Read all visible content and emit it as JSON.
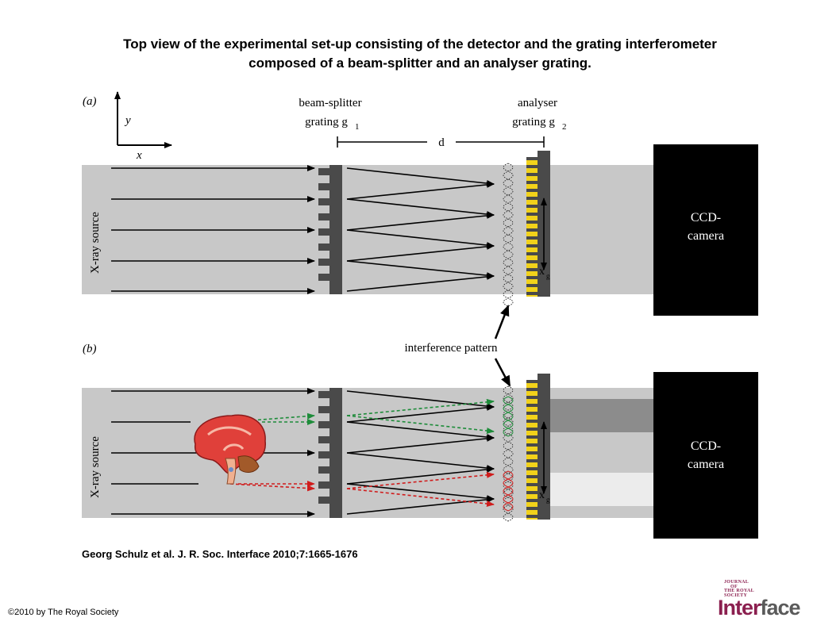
{
  "title": {
    "line1": "Top view of the experimental set-up consisting of the detector and the grating interferometer",
    "line2": "composed of a beam-splitter and an analyser grating."
  },
  "diagram": {
    "panel_a_label": "(a)",
    "panel_b_label": "(b)",
    "axis_y": "y",
    "axis_x": "x",
    "beam_splitter_line1": "beam-splitter",
    "beam_splitter_line2": "grating g",
    "beam_splitter_sub": "1",
    "analyser_line1": "analyser",
    "analyser_line2": "grating g",
    "analyser_sub": "2",
    "distance_label": "d",
    "source_label": "X-ray source",
    "camera_line1": "CCD-",
    "camera_line2": "camera",
    "xg_label": "x",
    "xg_sub": "g",
    "interference_label": "interference pattern",
    "colors": {
      "beam_background": "#c8c8c8",
      "grating": "#4a4a4a",
      "analyser_stripes": "#f2d21a",
      "camera": "#000000",
      "green_rays": "#1e8c3a",
      "red_rays": "#d01c1c",
      "brain": "#e0403a"
    }
  },
  "citation": "Georg Schulz et al. J. R. Soc. Interface 2010;7:1665-1676",
  "copyright": "©2010 by The Royal Society",
  "logo": {
    "line1": "JOURNAL",
    "line2": "OF",
    "line3": "THE ROYAL",
    "line4": "SOCIETY",
    "name_part1": "Inter",
    "name_part2": "face"
  }
}
